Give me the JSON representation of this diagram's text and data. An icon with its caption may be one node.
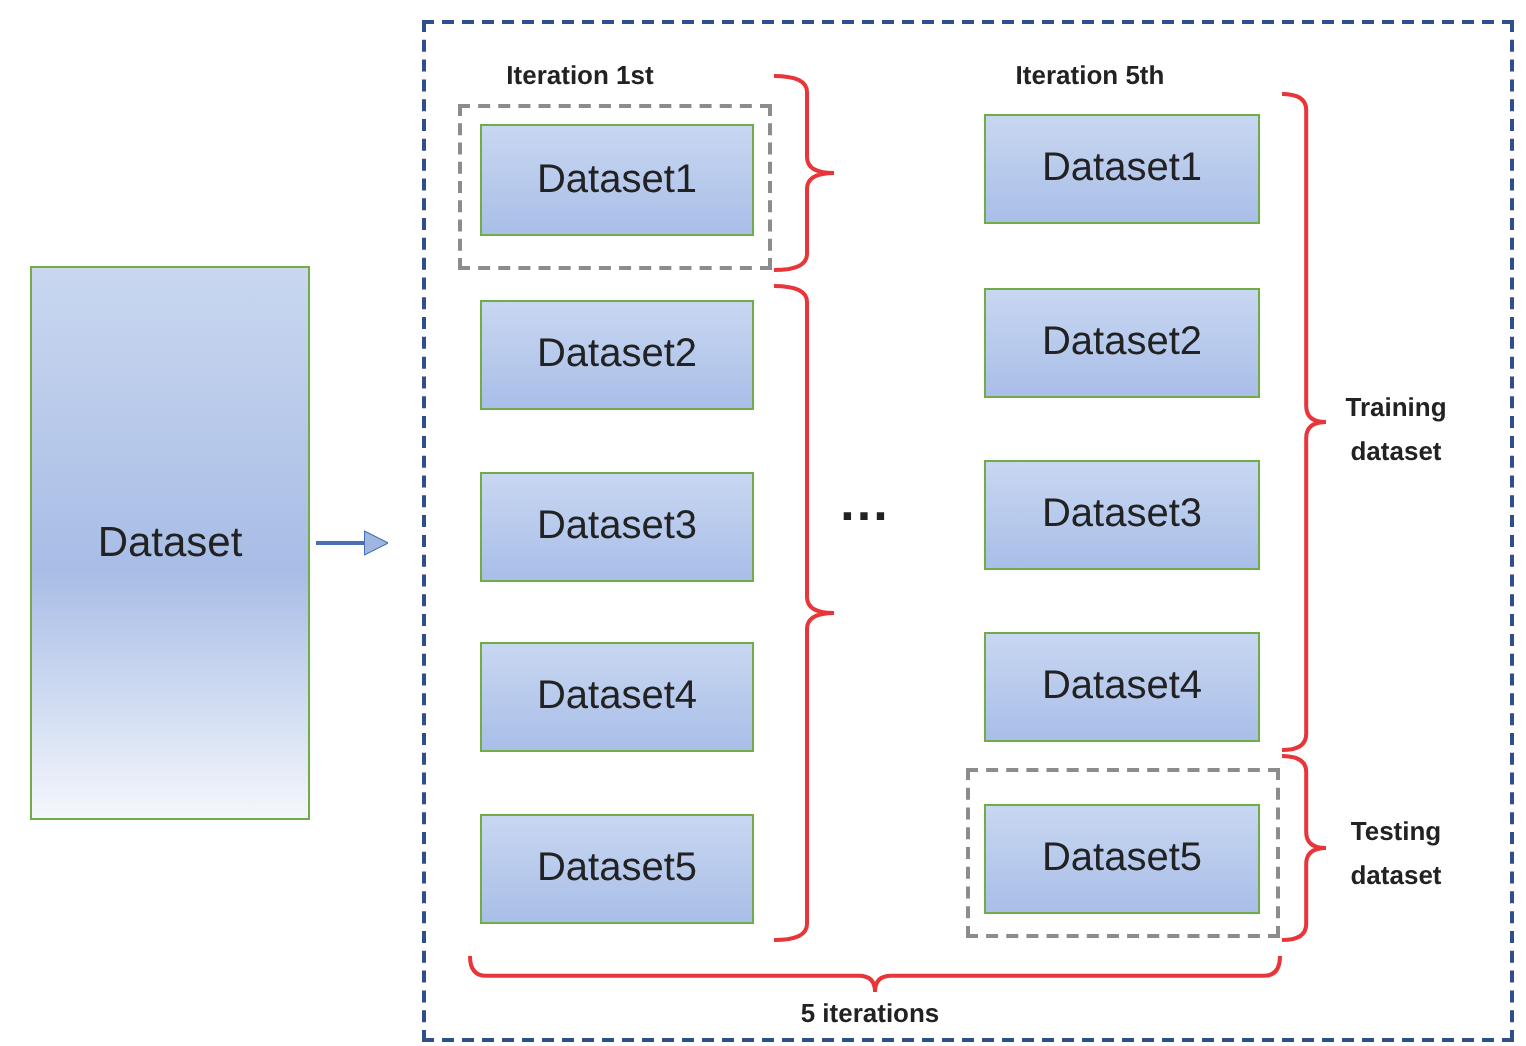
{
  "diagram": {
    "nodes": [
      {
        "text": [
          "Dataset"
        ]
      },
      {
        "text": [],
        "shape": "box"
      },
      {
        "text": [],
        "shape": "box",
        "in": 1
      },
      {
        "text": [
          "Dataset1"
        ],
        "in": 2
      },
      {
        "text": [
          "Dataset2"
        ],
        "in": 1
      },
      {
        "text": [
          "Dataset3"
        ],
        "in": 1
      },
      {
        "text": [
          "Dataset4"
        ],
        "in": 1
      },
      {
        "text": [
          "Dataset5"
        ],
        "in": 1
      },
      {
        "text": [
          "Dataset1"
        ],
        "in": 1
      },
      {
        "text": [
          "Dataset2"
        ],
        "in": 1
      },
      {
        "text": [
          "Dataset3"
        ],
        "in": 1
      },
      {
        "text": [
          "Dataset4"
        ],
        "in": 1
      },
      {
        "text": [],
        "shape": "box",
        "in": 1
      },
      {
        "text": [
          "Dataset5"
        ],
        "in": 12
      }
    ],
    "edges": [
      {
        "from": 0,
        "to": 1,
        "arrow": "to"
      }
    ],
    "labels": [
      "Iteration 1st",
      "Iteration 5th",
      "…",
      "Training dataset",
      "Testing dataset",
      "5 iterations"
    ]
  }
}
